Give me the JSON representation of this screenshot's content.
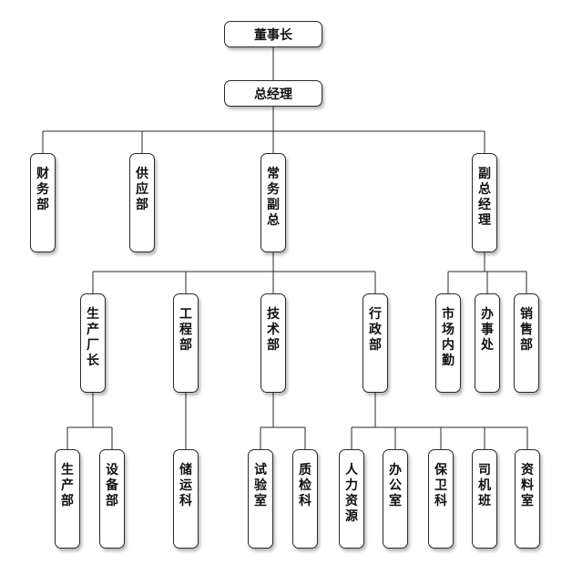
{
  "colors": {
    "line": "#2a2a2a",
    "box_border": "#2a2a2a",
    "box_fill": "#ffffff"
  },
  "nodes": {
    "chairman": "董事长",
    "gm": "总经理",
    "finance": "财务部",
    "supply": "供应部",
    "exec_vp": "常务副总",
    "vp": "副总经理",
    "production_mgr": "生产厂长",
    "engineering": "工程部",
    "technology": "技术部",
    "admin": "行政部",
    "market_office": "市场内勤",
    "office": "办事处",
    "sales": "销售部",
    "production_dept": "生产部",
    "equipment": "设备部",
    "storage_transport": "储运科",
    "test_room": "试验室",
    "qc": "质检科",
    "hr": "人力资源",
    "general_office": "办公室",
    "security": "保卫科",
    "drivers": "司机班",
    "archives": "资料室"
  },
  "edges": [
    [
      "chairman",
      "gm"
    ],
    [
      "gm",
      "finance"
    ],
    [
      "gm",
      "supply"
    ],
    [
      "gm",
      "exec_vp"
    ],
    [
      "gm",
      "vp"
    ],
    [
      "exec_vp",
      "production_mgr"
    ],
    [
      "exec_vp",
      "engineering"
    ],
    [
      "exec_vp",
      "technology"
    ],
    [
      "exec_vp",
      "admin"
    ],
    [
      "vp",
      "market_office"
    ],
    [
      "vp",
      "office"
    ],
    [
      "vp",
      "sales"
    ],
    [
      "production_mgr",
      "production_dept"
    ],
    [
      "production_mgr",
      "equipment"
    ],
    [
      "engineering",
      "storage_transport"
    ],
    [
      "technology",
      "test_room"
    ],
    [
      "technology",
      "qc"
    ],
    [
      "admin",
      "hr"
    ],
    [
      "admin",
      "general_office"
    ],
    [
      "admin",
      "security"
    ],
    [
      "admin",
      "drivers"
    ],
    [
      "admin",
      "archives"
    ]
  ]
}
